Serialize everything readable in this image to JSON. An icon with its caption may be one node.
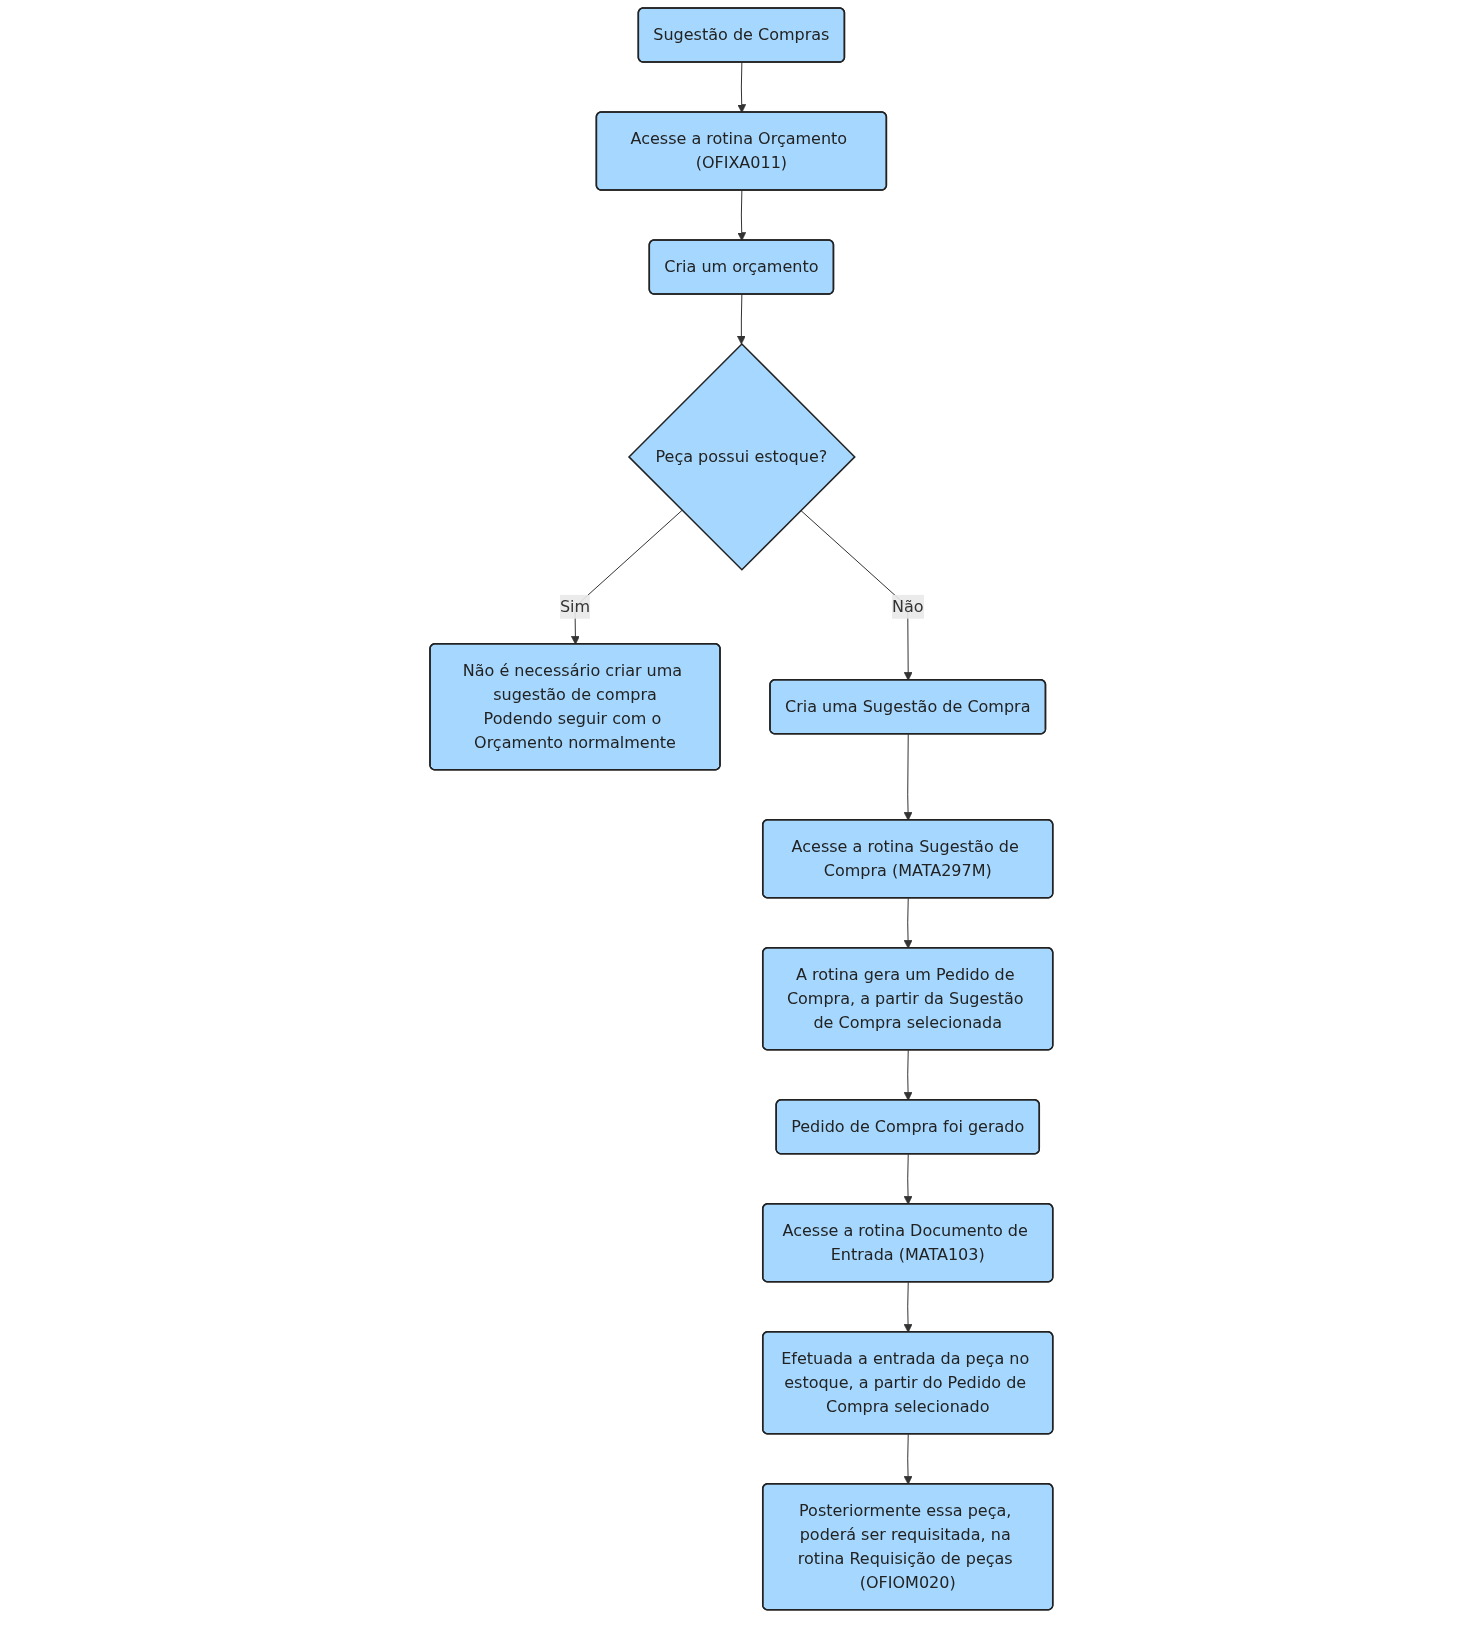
{
  "diagram": {
    "nodes": [
      {
        "text": [
          "Sugestão de Compras"
        ]
      },
      {
        "text": [
          "Acesse a rotina Orçamento (OFIXA011)"
        ]
      },
      {
        "text": [
          "Cria um orçamento"
        ]
      },
      {
        "text": [
          "Peça possui estoque?"
        ]
      },
      {
        "text": [
          "Não é necessário criar uma sugestão de compra",
          "Podendo seguir com o Orçamento normalmente"
        ]
      },
      {
        "text": [
          "Cria uma Sugestão de Compra"
        ]
      },
      {
        "text": [
          "Acesse a rotina Sugestão de Compra (MATA297M)"
        ]
      },
      {
        "text": [
          "A rotina gera um Pedido de Compra, a partir da Sugestão de Compra selecionada"
        ]
      },
      {
        "text": [
          "Pedido de Compra foi gerado"
        ]
      },
      {
        "text": [
          "Acesse a rotina Documento de Entrada (MATA103)"
        ]
      },
      {
        "text": [
          "Efetuada a entrada da peça no estoque, a partir do Pedido de Compra selecionado"
        ]
      },
      {
        "text": [
          "Posteriormente essa peça, poderá ser requisitada, na rotina Requisição de peças (OFIOM020)"
        ]
      }
    ],
    "edges": [
      {
        "from": 0,
        "to": 1,
        "arrow": "to"
      },
      {
        "from": 1,
        "to": 2,
        "arrow": "to"
      },
      {
        "from": 2,
        "to": 3,
        "arrow": "to"
      },
      {
        "from": 3,
        "to": 4,
        "arrow": "to",
        "label": "Sim"
      },
      {
        "from": 3,
        "to": 5,
        "arrow": "to",
        "label": "Não"
      },
      {
        "from": 5,
        "to": 6,
        "arrow": "to"
      },
      {
        "from": 6,
        "to": 7,
        "arrow": "to"
      },
      {
        "from": 7,
        "to": 8,
        "arrow": "to"
      },
      {
        "from": 8,
        "to": 9,
        "arrow": "to"
      },
      {
        "from": 9,
        "to": 10,
        "arrow": "to"
      },
      {
        "from": 10,
        "to": 11,
        "arrow": "to"
      }
    ]
  }
}
